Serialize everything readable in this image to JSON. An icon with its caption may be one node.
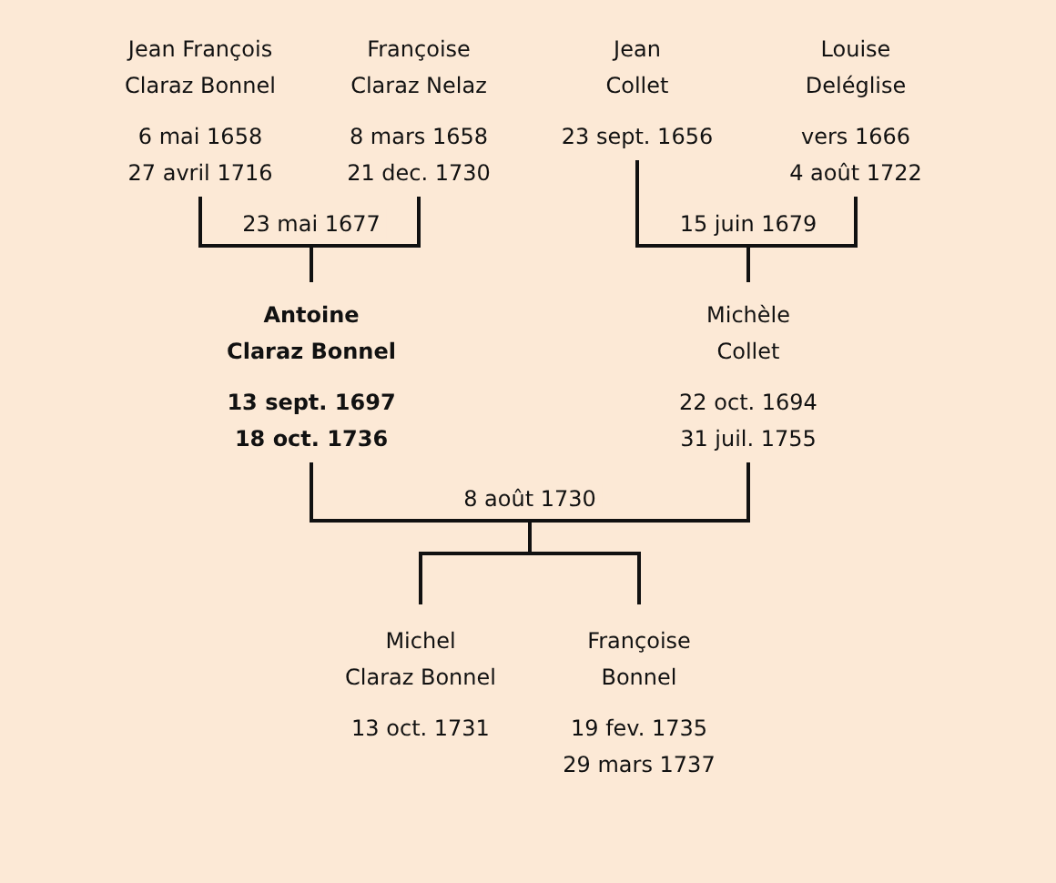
{
  "diagram": {
    "nodes": [
      {
        "text": [
          "Jean François",
          "Claraz Bonnel",
          "6 mai 1658",
          "27 avril 1716"
        ]
      },
      {
        "text": [
          "Françoise",
          "Claraz Nelaz",
          "8 mars 1658",
          "21 dec. 1730"
        ]
      },
      {
        "text": [
          "Jean",
          "Collet",
          "23 sept. 1656"
        ]
      },
      {
        "text": [
          "Louise",
          "Deléglise",
          "vers 1666",
          "4 août 1722"
        ]
      },
      {
        "text": [
          "Antoine",
          "Claraz Bonnel",
          "13 sept. 1697",
          "18 oct. 1736"
        ]
      },
      {
        "text": [
          "Michèle",
          "Collet",
          "22 oct. 1694",
          "31 juil. 1755"
        ]
      },
      {
        "text": [
          "Michel",
          "Claraz Bonnel",
          "13 oct. 1731"
        ]
      },
      {
        "text": [
          "Françoise",
          "Bonnel",
          "19 fev. 1735",
          "29 mars 1737"
        ]
      }
    ],
    "edges": [
      {
        "from": 0,
        "to": 4,
        "arrow": "none",
        "label": "23 mai 1677"
      },
      {
        "from": 1,
        "to": 4,
        "arrow": "none"
      },
      {
        "from": 2,
        "to": 5,
        "arrow": "none",
        "label": "15 juin 1679"
      },
      {
        "from": 3,
        "to": 5,
        "arrow": "none"
      },
      {
        "from": 4,
        "to": 6,
        "arrow": "none",
        "label": "8 août 1730"
      },
      {
        "from": 5,
        "to": 6,
        "arrow": "none"
      },
      {
        "from": 4,
        "to": 7,
        "arrow": "none"
      },
      {
        "from": 5,
        "to": 7,
        "arrow": "none"
      }
    ]
  }
}
